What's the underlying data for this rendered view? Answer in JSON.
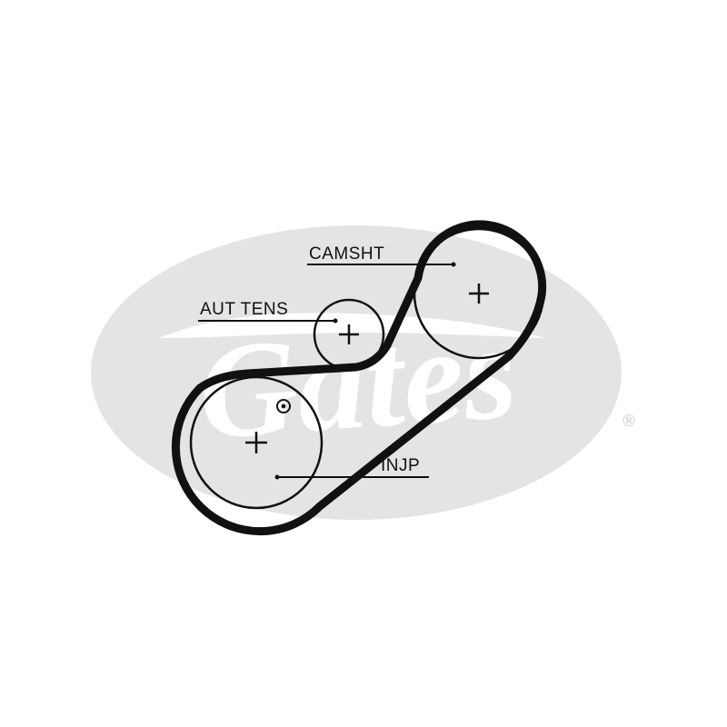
{
  "watermark": {
    "brand": "Gates",
    "registered_mark": "®",
    "color": "#e4e4e4"
  },
  "diagram": {
    "belt_color": "#111111",
    "labels": {
      "camshaft": "CAMSHT",
      "tensioner": "AUT TENS",
      "injection_pump": "INJP"
    }
  }
}
